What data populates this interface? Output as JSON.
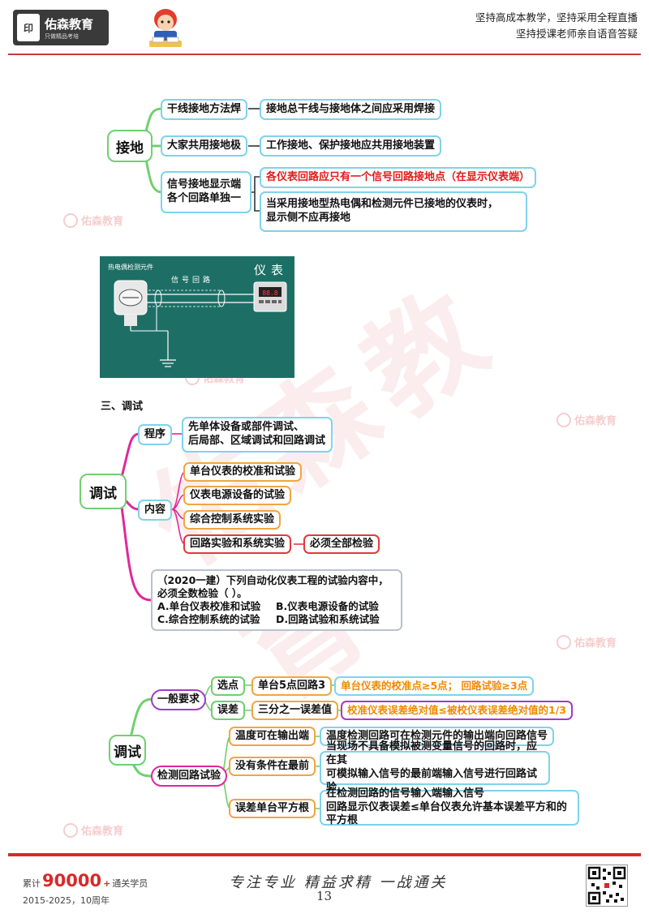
{
  "header": {
    "brand": "佑森教育",
    "brand_sub": "只做精品考培",
    "slogan_line1": "坚持高成本教学，坚持采用全程直播",
    "slogan_line2": "坚持授课老师亲自语音答疑"
  },
  "watermark": {
    "text": "佑森教育",
    "big": "佑森教育"
  },
  "grounding": {
    "hub": "接地",
    "branches": [
      {
        "label": "干线接地方法焊",
        "detail": "接地总干线与接地体之间应采用焊接"
      },
      {
        "label": "大家共用接地极",
        "detail": "工作接地、保护接地应共用接地装置"
      },
      {
        "label_line1": "信号接地显示端",
        "label_line2": "各个回路单独一",
        "detail_red": "各仪表回路应只有一个信号回路接地点（在显示仪表端）",
        "detail_line1": "当采用接地型热电偶和检测元件已接地的仪表时，",
        "detail_line2": "显示侧不应再接地"
      }
    ]
  },
  "diagram": {
    "sensor_label": "热电偶检测元件",
    "loop_label": "信号回路",
    "instrument_label": "仪表"
  },
  "section_title": "三、调试",
  "debug1": {
    "hub": "调试",
    "procedure": {
      "label": "程序",
      "line1": "先单体设备或部件调试、",
      "line2": "后局部、区域调试和回路调试"
    },
    "content": {
      "label": "内容",
      "items": [
        "单台仪表的校准和试验",
        "仪表电源设备的试验",
        "综合控制系统实验",
        "回路实验和系统实验"
      ],
      "must": "必须全部检验"
    },
    "question": {
      "line1": "（2020一建）下列自动化仪表工程的试验内容中，",
      "line2": "必须全数检验（    ）。",
      "opt_a": "A.单台仪表校准和试验",
      "opt_b": "B.仪表电源设备的试验",
      "opt_c": "C.综合控制系统的试验",
      "opt_d": "D.回路试验和系统试验"
    }
  },
  "debug2": {
    "hub": "调试",
    "general": {
      "label": "一般要求",
      "select": {
        "label": "选点",
        "value": "单台5点回路3",
        "detail": "单台仪表的校准点≥5点；      回路试验≥3点"
      },
      "error": {
        "label": "误差",
        "value": "三分之一误差值",
        "detail": "校准仪表误差绝对值≤被校仪表误差绝对值的1/3"
      }
    },
    "loop": {
      "label": "检测回路试验",
      "items": [
        {
          "label": "温度可在输出端",
          "line1": "温度检测回路可在检测元件的输出端向回路信号"
        },
        {
          "label": "没有条件在最前",
          "line1": "当现场不具备模拟被测变量信号的回路时，应在其",
          "line2": "可模拟输入信号的最前端输入信号进行回路试验"
        },
        {
          "label": "误差单台平方根",
          "line1": "在检测回路的信号输入端输入信号",
          "line2": "回路显示仪表误差≤单台仪表允许基本误差平方和的平方根"
        }
      ]
    }
  },
  "footer": {
    "count_prefix": "累计",
    "count": "90000",
    "count_plus": "+",
    "count_suffix": "通关学员",
    "years": "2015-2025，10周年",
    "page_number": "13",
    "signature": "专注专业  精益求精  一战通关"
  },
  "colors": {
    "red": "#e01b1b",
    "footer_rule": "#d62a2a",
    "board_bg": "#1d6f66"
  }
}
